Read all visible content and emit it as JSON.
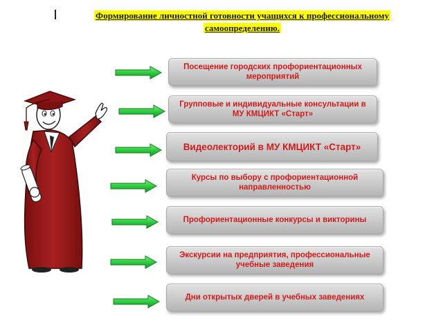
{
  "title": {
    "line1": "Формирование личностной готовности учащихся к профессиональному",
    "line2": "самоопределению."
  },
  "colors": {
    "title_highlight": "#ffff00",
    "box_text": "#d01818",
    "arrow": "#2ecc40",
    "gown": "#9b1b1b"
  },
  "figure": {
    "icon": "graduate-cartoon-icon"
  },
  "items": [
    {
      "text": "Посещение городских профориентационных мероприятий"
    },
    {
      "text": "Групповые и индивидуальные консультации в МУ КМЦИКТ «Старт»"
    },
    {
      "text": "Видеолекторий в МУ КМЦИКТ «Старт»"
    },
    {
      "text": "Курсы по выбору с профориентационной направленностью"
    },
    {
      "text": "Профориентационные конкурсы и викторины"
    },
    {
      "text": "Экскурсии на предприятия, профессиональные учебные заведения"
    },
    {
      "text": "Дни открытых дверей в учебных заведениях"
    }
  ]
}
